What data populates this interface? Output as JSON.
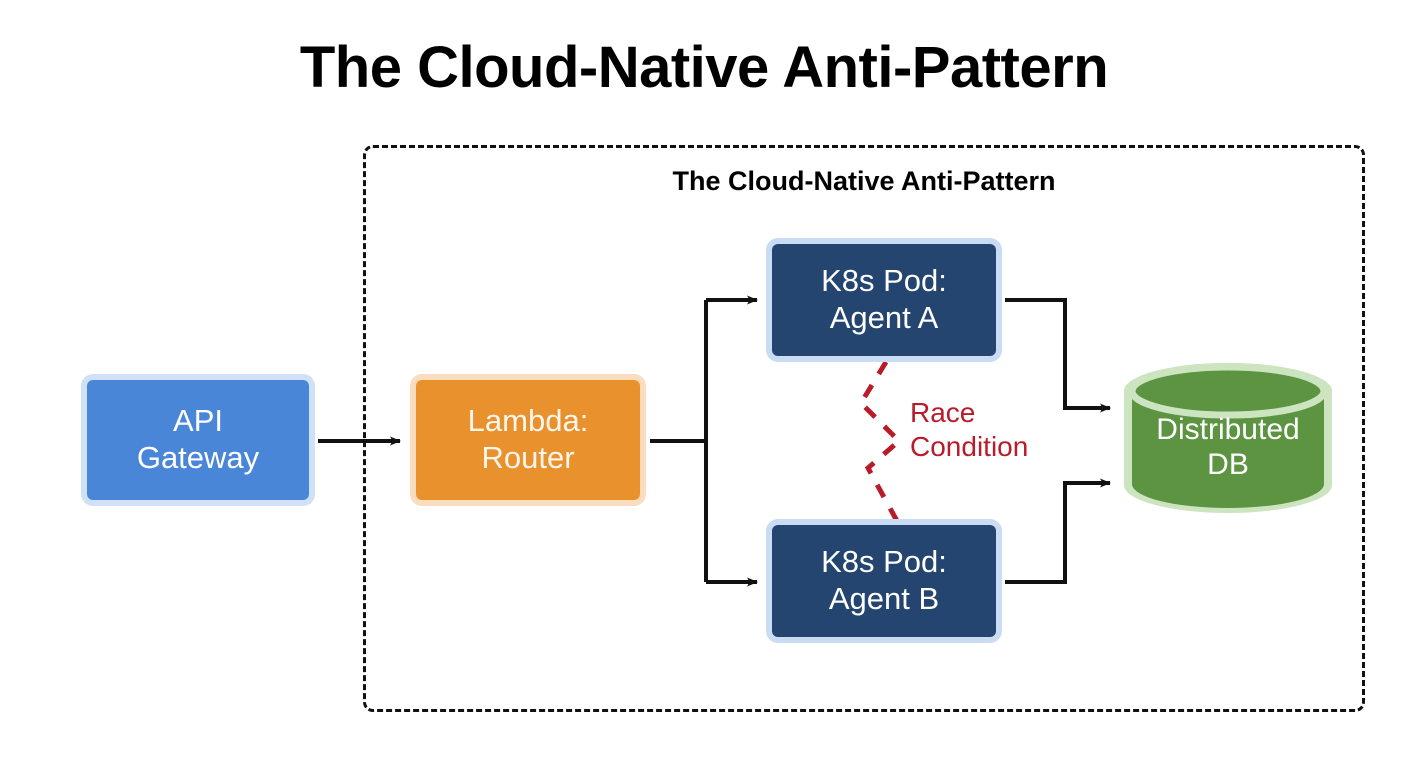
{
  "page": {
    "title": "The Cloud-Native Anti-Pattern",
    "background_color": "#ffffff"
  },
  "boundary": {
    "label": "The Cloud-Native Anti-Pattern",
    "style": "dashed",
    "border_color": "#111111"
  },
  "nodes": {
    "api_gateway": {
      "label": "API\nGateway",
      "fill": "#4a86d8",
      "border": "#cfe0f7",
      "text_color": "#ffffff",
      "shape": "rounded-rect"
    },
    "lambda_router": {
      "label": "Lambda:\nRouter",
      "fill": "#e8912d",
      "border": "#fadcbe",
      "text_color": "#fdf6ec",
      "shape": "rounded-rect"
    },
    "pod_a": {
      "label": "K8s Pod:\nAgent A",
      "fill": "#23456f",
      "border": "#c9dcf4",
      "text_color": "#ffffff",
      "shape": "rounded-rect"
    },
    "pod_b": {
      "label": "K8s Pod:\nAgent B",
      "fill": "#23456f",
      "border": "#c9dcf4",
      "text_color": "#ffffff",
      "shape": "rounded-rect"
    },
    "database": {
      "label": "Distributed\nDB",
      "fill": "#5c9442",
      "border": "#cce5c0",
      "text_color": "#ffffff",
      "shape": "cylinder"
    }
  },
  "annotations": {
    "race_condition": {
      "label": "Race\nCondition",
      "color": "#b81c2b",
      "connector_style": "dashed-zigzag"
    }
  },
  "edges": [
    {
      "from": "api_gateway",
      "to": "lambda_router",
      "style": "solid-arrow",
      "color": "#111111"
    },
    {
      "from": "lambda_router",
      "to": "pod_a",
      "style": "solid-arrow-elbow",
      "color": "#111111"
    },
    {
      "from": "lambda_router",
      "to": "pod_b",
      "style": "solid-arrow-elbow",
      "color": "#111111"
    },
    {
      "from": "pod_a",
      "to": "database",
      "style": "solid-arrow-elbow",
      "color": "#111111"
    },
    {
      "from": "pod_b",
      "to": "database",
      "style": "solid-arrow-elbow",
      "color": "#111111"
    },
    {
      "from": "pod_a",
      "to": "pod_b",
      "style": "dashed-zigzag",
      "color": "#b81c2b",
      "label": "Race Condition"
    }
  ]
}
